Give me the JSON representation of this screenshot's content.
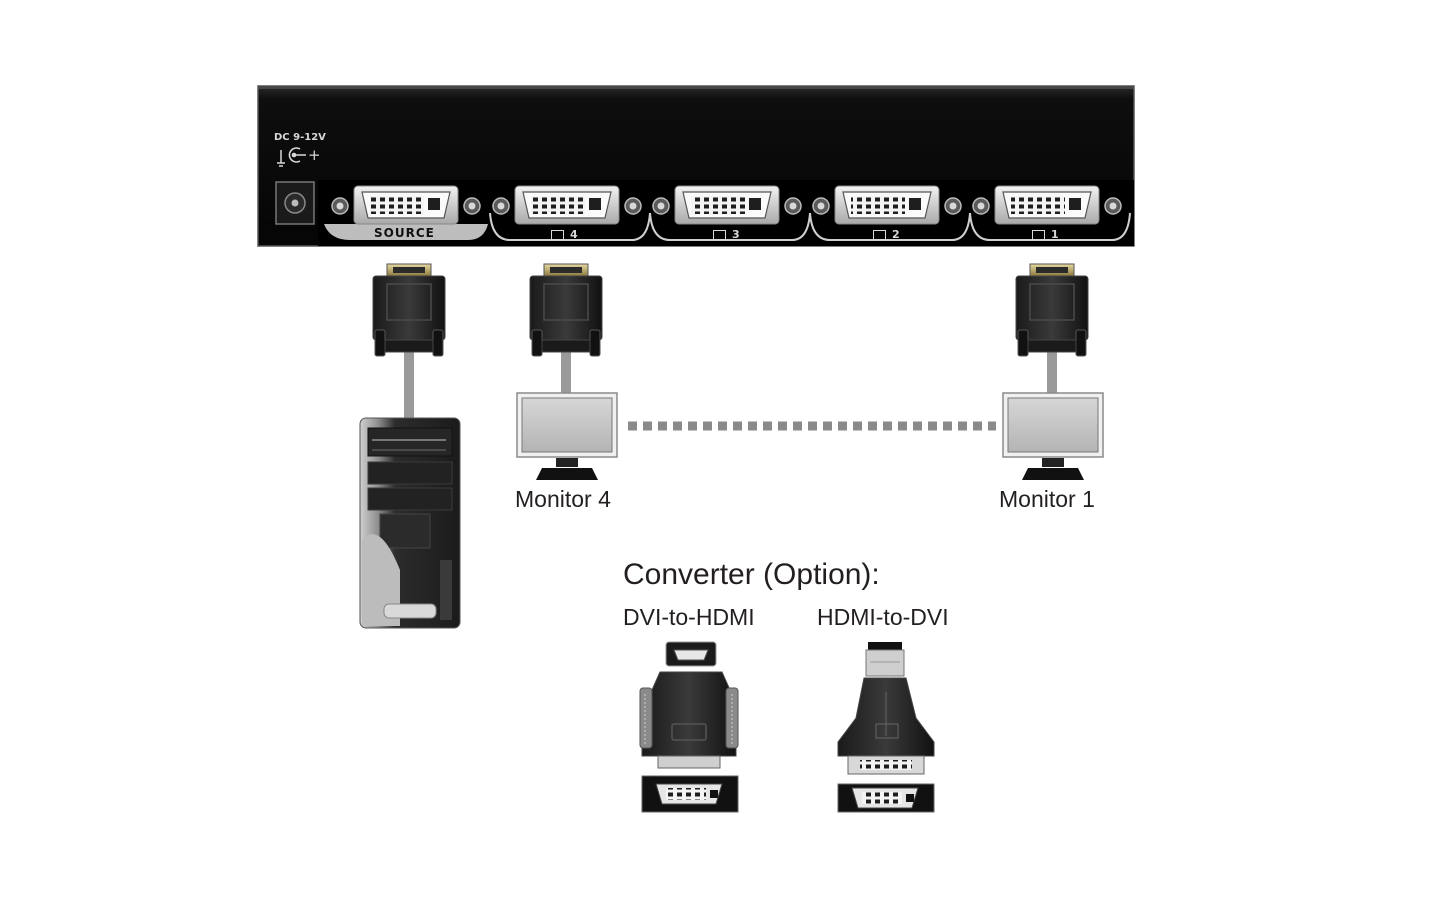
{
  "device": {
    "power_label": "DC 9-12V",
    "power_polarity": "+",
    "ports": [
      {
        "label": "SOURCE"
      },
      {
        "label": "4"
      },
      {
        "label": "3"
      },
      {
        "label": "2"
      },
      {
        "label": "1"
      }
    ]
  },
  "monitors": {
    "left_label": "Monitor 4",
    "right_label": "Monitor 1"
  },
  "converter": {
    "title": "Converter (Option):",
    "left_label": "DVI-to-HDMI",
    "right_label": "HDMI-to-DVI"
  },
  "colors": {
    "chassis": "#0d0d0d",
    "port_shell": "#cfcfcf",
    "cable": "#9a9a9a",
    "screen": "#c8c8c8",
    "dotted_link": "#8a8a8a",
    "text": "#231f20"
  }
}
